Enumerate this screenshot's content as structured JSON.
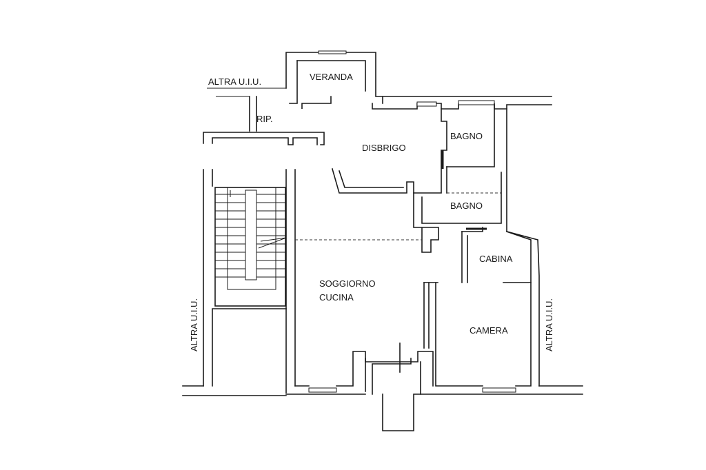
{
  "rooms": {
    "veranda": "VERANDA",
    "rip": "RIP.",
    "disbrigo": "DISBRIGO",
    "bagno_1": "BAGNO",
    "bagno_2": "BAGNO",
    "cabina": "CABINA",
    "soggiorno": "SOGGIORNO",
    "cucina": "CUCINA",
    "camera": "CAMERA"
  },
  "neighbors": {
    "top_left": "ALTRA U.I.U.",
    "left": "ALTRA U.I.U.",
    "right": "ALTRA U.I.U."
  },
  "colors": {
    "line": "#1a1a1a",
    "background": "#ffffff"
  }
}
